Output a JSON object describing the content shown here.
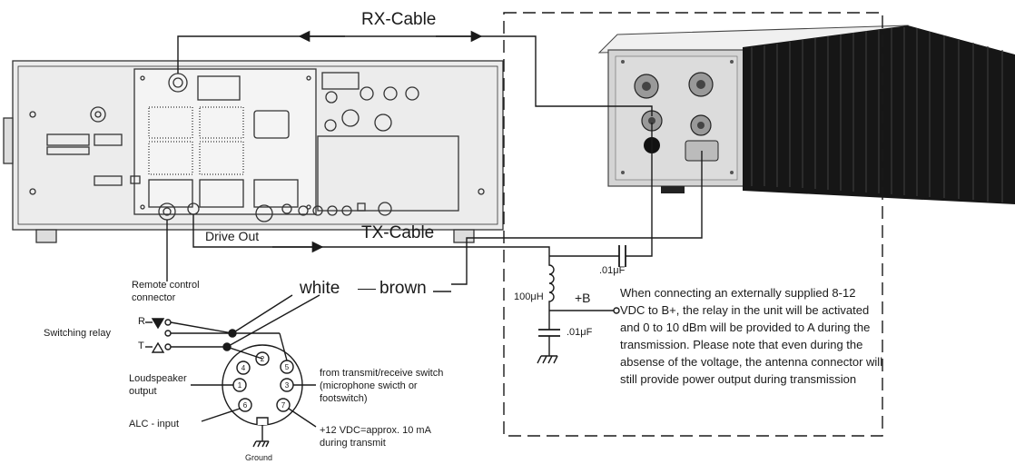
{
  "labels": {
    "rx_cable": "RX-Cable",
    "tx_cable": "TX-Cable",
    "drive_out": "Drive Out",
    "white": "white",
    "brown": "brown",
    "remote_control_connector": "Remote control connector",
    "switching_relay": "Switching relay",
    "relay_r": "R",
    "relay_t": "T",
    "loudspeaker_output": "Loudspeaker output",
    "alc_input": "ALC - input",
    "ground": "Ground",
    "from_transmit_receive": "from transmit/receive switch (microphone swicth or footswitch)",
    "plus12vdc": "+12 VDC=approx. 10 mA during transmit",
    "inductor": "100μH",
    "cap_top": ".01μF",
    "cap_bottom": ".01μF",
    "plus_b": "+B",
    "pins": [
      "1",
      "2",
      "3",
      "4",
      "5",
      "6",
      "7"
    ]
  },
  "note": "When connecting an externally supplied 8-12 VDC to B+, the relay in the unit will be activated and 0 to 10 dBm will be provided to A during the transmission. Please note that even during the absense of the voltage, the antenna connector will still provide power output during transmission",
  "colors": {
    "line": "#1a1a1a",
    "panel": "#ebebeb",
    "amp_body": "#d4d4d4",
    "heatsink": "#151515"
  }
}
